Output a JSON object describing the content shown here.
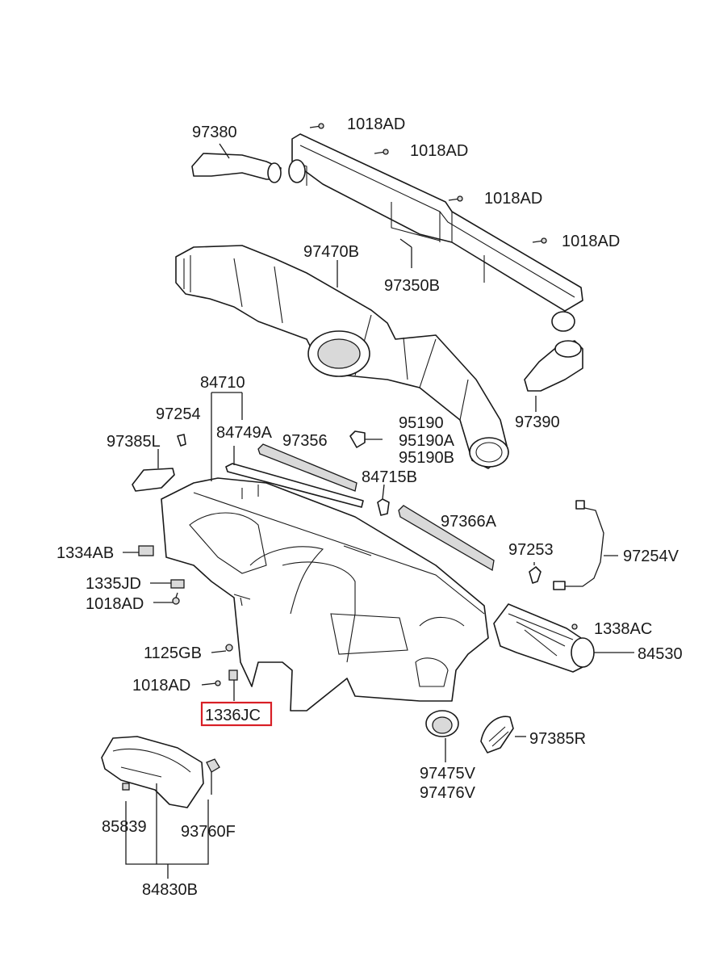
{
  "labels": {
    "l_97380": "97380",
    "l_1018AD_a": "1018AD",
    "l_1018AD_b": "1018AD",
    "l_1018AD_c": "1018AD",
    "l_1018AD_d": "1018AD",
    "l_97470B": "97470B",
    "l_97350B": "97350B",
    "l_97390": "97390",
    "l_84710": "84710",
    "l_97254": "97254",
    "l_84749A": "84749A",
    "l_97356": "97356",
    "l_97385L": "97385L",
    "l_95190": "95190",
    "l_95190A": "95190A",
    "l_95190B": "95190B",
    "l_84715B": "84715B",
    "l_97366A": "97366A",
    "l_1334AB": "1334AB",
    "l_97253": "97253",
    "l_97254V": "97254V",
    "l_1335JD": "1335JD",
    "l_1018AD_e": "1018AD",
    "l_1338AC": "1338AC",
    "l_84530": "84530",
    "l_1125GB": "1125GB",
    "l_1018AD_f": "1018AD",
    "l_1336JC": "1336JC",
    "l_97385R": "97385R",
    "l_97475V": "97475V",
    "l_97476V": "97476V",
    "l_85839": "85839",
    "l_93760F": "93760F",
    "l_84830B": "84830B"
  },
  "highlight_color": "#d81f26"
}
